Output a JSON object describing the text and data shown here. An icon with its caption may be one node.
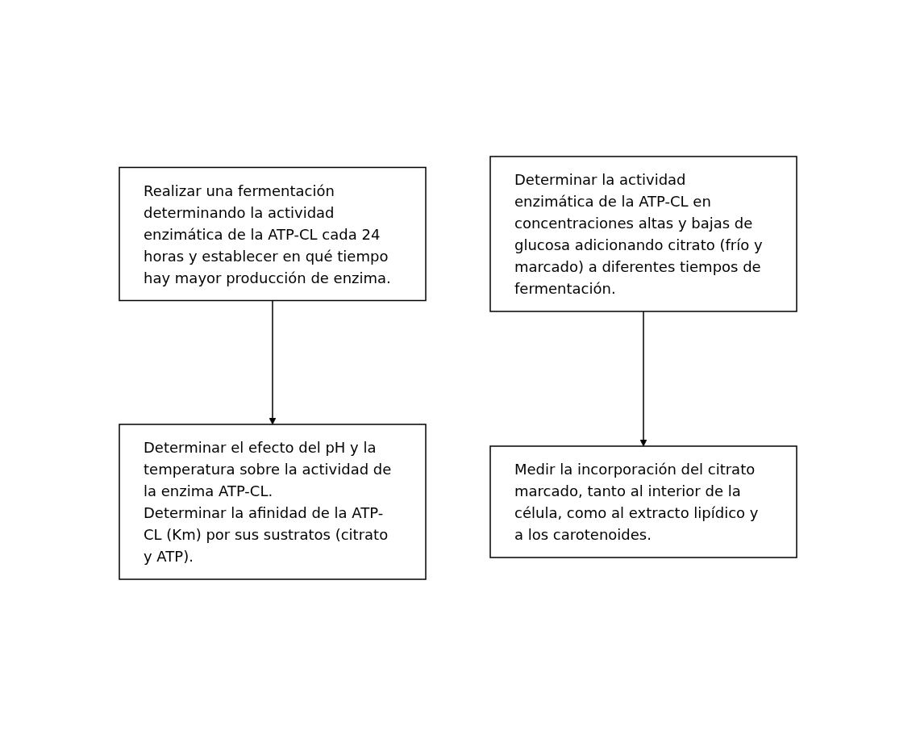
{
  "diagram": {
    "nodes": [
      {
        "text": [
          "Realizar una fermentación determinando la actividad enzimática de la ATP-CL cada 24 horas y establecer en qué tiempo hay mayor producción de enzima."
        ]
      },
      {
        "text": [
          "Determinar la actividad enzimática de la ATP-CL en concentraciones altas y bajas de glucosa adicionando citrato (frío y marcado) a diferentes tiempos de fermentación."
        ]
      },
      {
        "text": [
          "Determinar el efecto del pH y la temperatura sobre la actividad de la enzima ATP-CL.",
          "Determinar la afinidad de la ATP-CL (Km) por sus sustratos (citrato y ATP)."
        ]
      },
      {
        "text": [
          "Medir la incorporación del citrato marcado, tanto al interior de la célula, como al extracto lipídico y a los carotenoides."
        ]
      }
    ],
    "edges": [
      {
        "from": 0,
        "to": 2,
        "arrow": "to"
      },
      {
        "from": 1,
        "to": 3,
        "arrow": "to"
      }
    ]
  }
}
